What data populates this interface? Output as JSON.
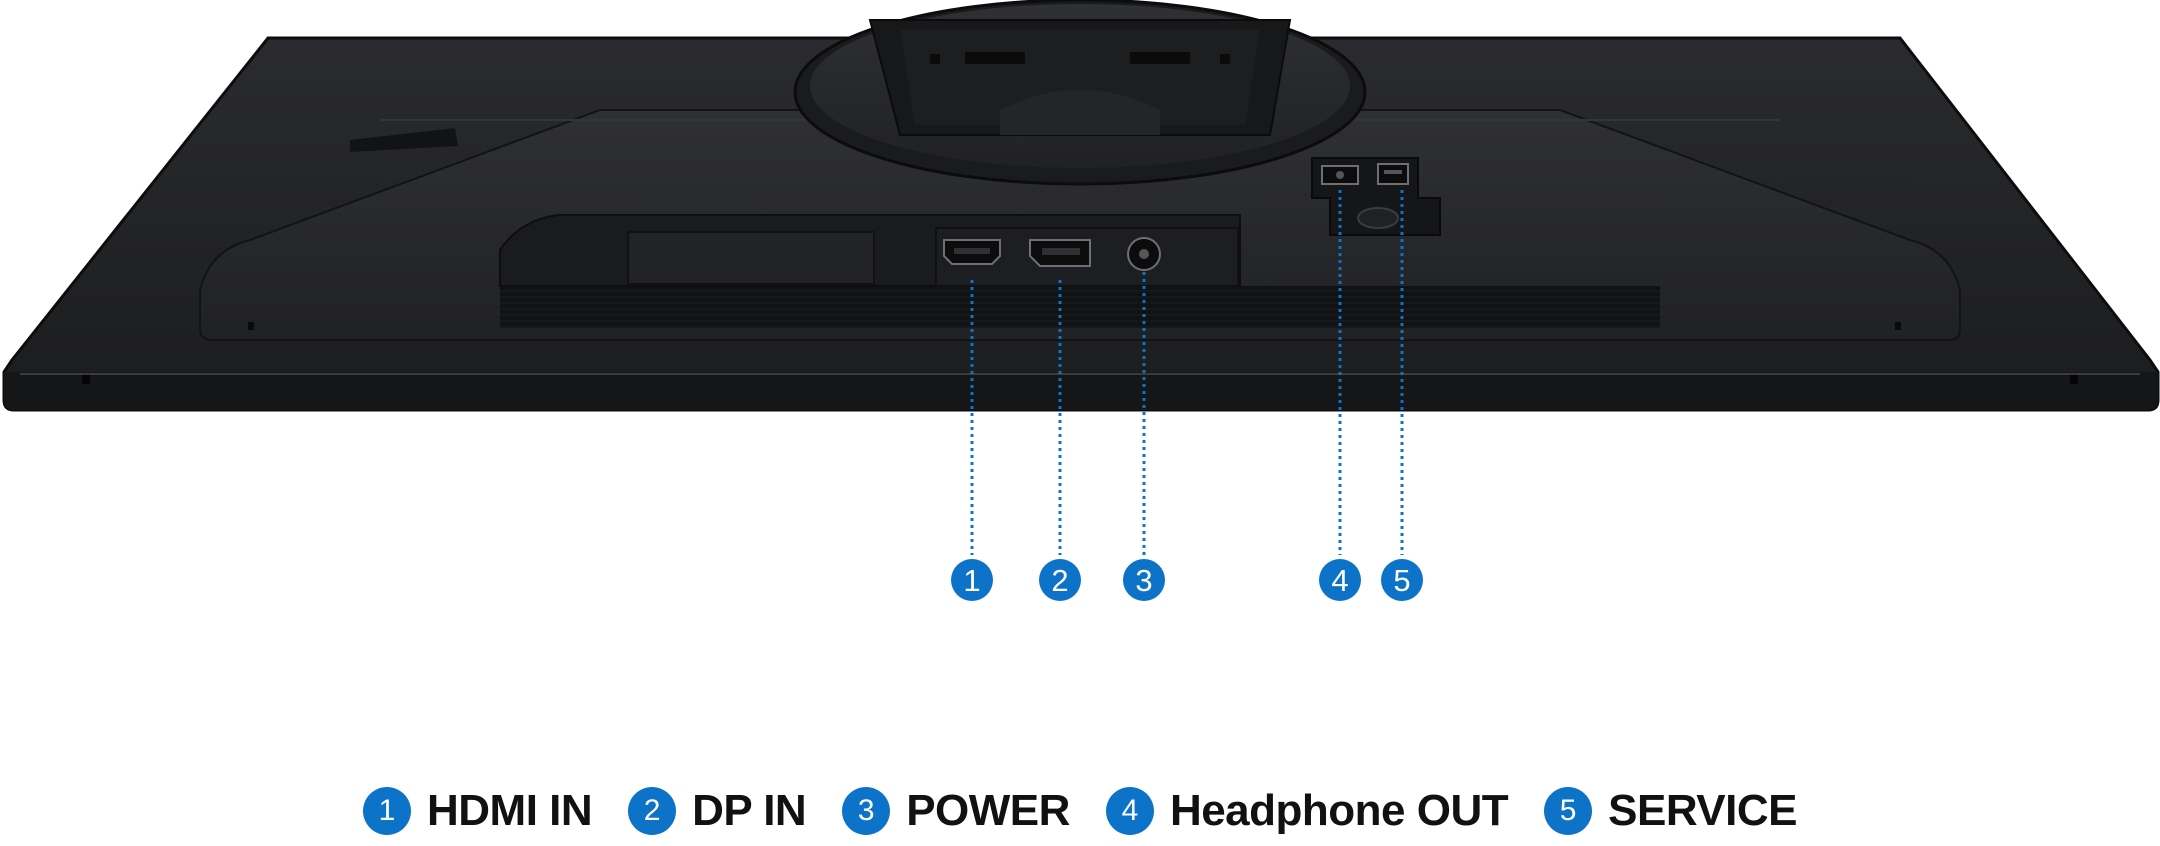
{
  "colors": {
    "accent": "#0c73c9",
    "monitor_body": "#1f2022",
    "monitor_dark": "#141516",
    "text": "#111111"
  },
  "callouts": [
    {
      "number": "1",
      "port": "hdmi-port"
    },
    {
      "number": "2",
      "port": "displayport-port"
    },
    {
      "number": "3",
      "port": "power-port"
    },
    {
      "number": "4",
      "port": "headphone-port"
    },
    {
      "number": "5",
      "port": "service-port"
    }
  ],
  "legend": [
    {
      "number": "1",
      "label": "HDMI IN"
    },
    {
      "number": "2",
      "label": "DP IN"
    },
    {
      "number": "3",
      "label": "POWER"
    },
    {
      "number": "4",
      "label": "Headphone OUT"
    },
    {
      "number": "5",
      "label": "SERVICE"
    }
  ]
}
